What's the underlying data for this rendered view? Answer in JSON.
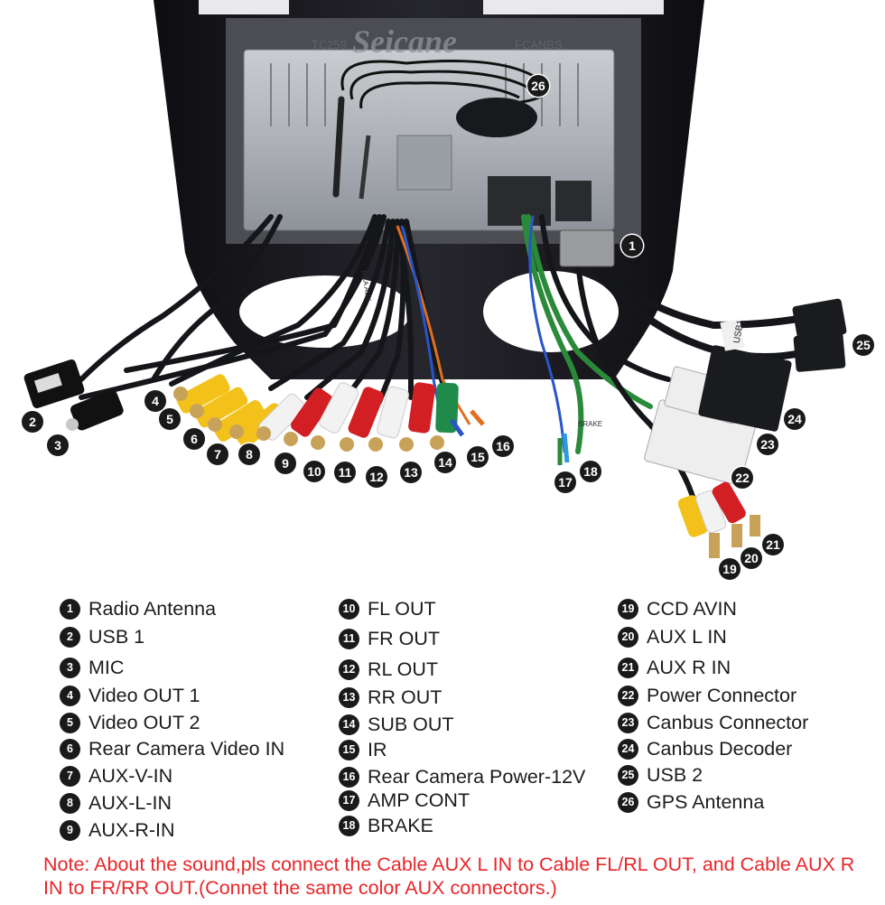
{
  "watermark": {
    "brand": "Seicane",
    "left_tag": "TC259",
    "right_tag": "FCANBS"
  },
  "cable_tags": {
    "usb1": "USB1",
    "rca": "RCA AUX",
    "brake": "BRAKE"
  },
  "colors": {
    "note_text": "#e8262a",
    "marker_bg": "#1a1a1a",
    "frame": "#16161b",
    "rca_red": "#d21f24",
    "rca_yellow": "#f2c21a",
    "rca_white": "#f2f2f2",
    "rca_green": "#1f8a4a"
  },
  "legend": [
    {
      "num": "1",
      "label": "Radio Antenna"
    },
    {
      "num": "2",
      "label": "USB 1"
    },
    {
      "num": "3",
      "label": "MIC"
    },
    {
      "num": "4",
      "label": "Video OUT 1"
    },
    {
      "num": "5",
      "label": "Video OUT 2"
    },
    {
      "num": "6",
      "label": "Rear Camera Video IN"
    },
    {
      "num": "7",
      "label": "AUX-V-IN"
    },
    {
      "num": "8",
      "label": "AUX-L-IN"
    },
    {
      "num": "9",
      "label": "AUX-R-IN"
    },
    {
      "num": "10",
      "label": "FL OUT"
    },
    {
      "num": "11",
      "label": "FR OUT"
    },
    {
      "num": "12",
      "label": "RL OUT"
    },
    {
      "num": "13",
      "label": "RR OUT"
    },
    {
      "num": "14",
      "label": "SUB OUT"
    },
    {
      "num": "15",
      "label": "IR"
    },
    {
      "num": "16",
      "label": "Rear Camera Power-12V"
    },
    {
      "num": "17",
      "label": "AMP CONT"
    },
    {
      "num": "18",
      "label": "BRAKE"
    },
    {
      "num": "19",
      "label": "CCD AVIN"
    },
    {
      "num": "20",
      "label": "AUX L IN"
    },
    {
      "num": "21",
      "label": "AUX R IN"
    },
    {
      "num": "22",
      "label": "Power Connector"
    },
    {
      "num": "23",
      "label": "Canbus Connector"
    },
    {
      "num": "24",
      "label": "Canbus Decoder"
    },
    {
      "num": "25",
      "label": "USB 2"
    },
    {
      "num": "26",
      "label": "GPS Antenna"
    }
  ],
  "note": "Note: About the sound,pls connect the Cable AUX L IN to Cable FL/RL OUT, and Cable AUX R IN to FR/RR OUT.(Connet the same color AUX connectors.)"
}
